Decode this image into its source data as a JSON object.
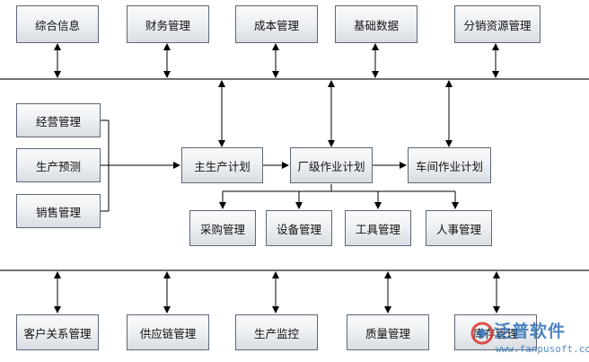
{
  "top_modules": [
    "综合信息",
    "财务管理",
    "成本管理",
    "基础数据",
    "分销资源管理"
  ],
  "input_modules": [
    "经营管理",
    "生产预测",
    "销售管理"
  ],
  "plans": {
    "master": "主生产计划",
    "factory": "厂级作业计划",
    "workshop": "车间作业计划"
  },
  "sub_modules": [
    "采购管理",
    "设备管理",
    "工具管理",
    "人事管理"
  ],
  "bottom_modules": [
    "客户关系管理",
    "供应链管理",
    "生产监控",
    "质量管理",
    "库存管理"
  ],
  "watermark": {
    "text": "泛普软件",
    "url": "www.fanpusoft.com"
  },
  "colors": {
    "line": "#000000",
    "box_border": "#5d6875",
    "watermark": "#2f6fb6",
    "logo_red": "#d9342b"
  }
}
